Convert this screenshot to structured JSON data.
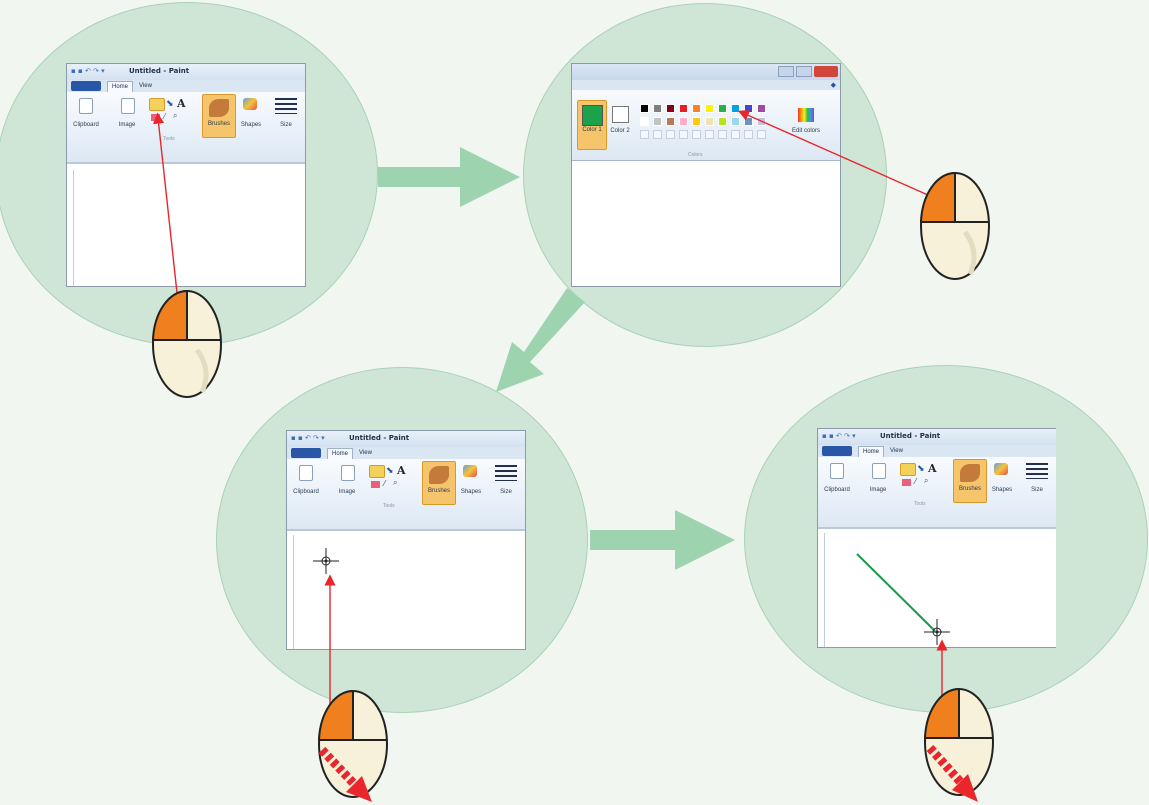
{
  "paint_window": {
    "title": "Untitled - Paint",
    "tabs": [
      {
        "label": "Home"
      },
      {
        "label": "View"
      }
    ],
    "groups": {
      "clipboard": "Clipboard",
      "image": "Image",
      "tools": "Tools",
      "brushes": "Brushes",
      "shapes": "Shapes",
      "size": "Size"
    },
    "text_tool_glyph": "A"
  },
  "colors_panel": {
    "color1_label": "Color 1",
    "color2_label": "Color 2",
    "edit_colors_label": "Edit colors",
    "group_label": "Colors",
    "color1": "#1aa34a",
    "color2": "#ffffff",
    "palette_row1": [
      "#000000",
      "#7f7f7f",
      "#880015",
      "#ed1c24",
      "#ff7f27",
      "#fff200",
      "#22b14c",
      "#00a2e8",
      "#3f48cc",
      "#a349a4"
    ],
    "palette_row2": [
      "#ffffff",
      "#c3c3c3",
      "#b97a57",
      "#ffaec9",
      "#ffc90e",
      "#efe4b0",
      "#b5e61d",
      "#99d9ea",
      "#7092be",
      "#c8bfe7"
    ]
  },
  "colors": {
    "background": "#f1f6f1",
    "bubble_fill": "#cfe6d6",
    "flow_arrow": "#9ed3b0",
    "pointer_line": "#e8262b",
    "mouse_button": "#f07f1e",
    "mouse_body": "#f7f1d9",
    "drawn_line": "#1a9a4a"
  },
  "icons": [
    "pencil-icon",
    "fill-icon",
    "text-icon",
    "eraser-icon",
    "color-picker-icon",
    "magnifier-icon",
    "brush-icon",
    "shapes-icon",
    "size-icon",
    "mouse-icon",
    "crosshair-icon",
    "flow-arrow-icon",
    "drag-arrow-icon"
  ]
}
